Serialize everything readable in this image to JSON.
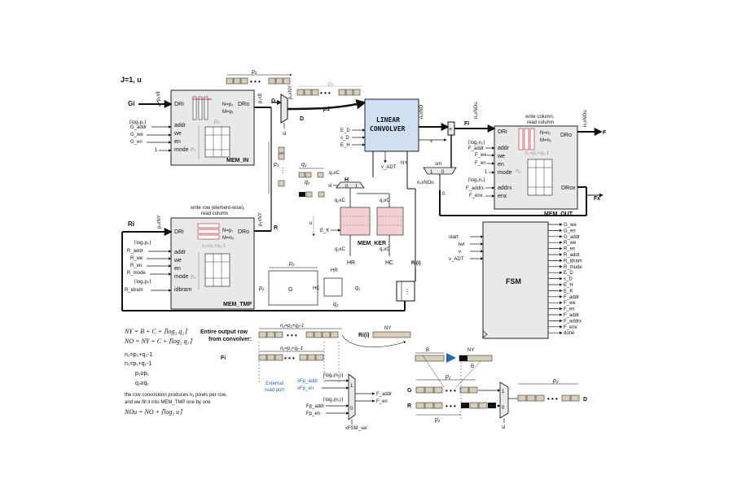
{
  "title": "J=1, u",
  "colors": {
    "convolver": "#cfe0f3",
    "kernel": "#f3cfd3",
    "cell": "#d9cfb8",
    "block": "#e9e9e9",
    "blue": "#2a62b8"
  },
  "mem_in": {
    "name": "MEM_IN",
    "dri": "DRi",
    "dro": "DRo",
    "n": "N=p₂",
    "m": "M=p₁",
    "addr": "addr",
    "we": "we",
    "en": "en",
    "mode": "mode",
    "p2": "p₂",
    "p1": "p₁"
  },
  "mem_tmp": {
    "name": "MEM_TMP",
    "caption1": "write row (element-wise),",
    "caption2": "read column",
    "dri": "DRi",
    "dro": "DRo",
    "n": "N=p₁",
    "m": "M=n₂",
    "eq": "n₂=p₂+q₂-1",
    "addr": "addr",
    "we": "we",
    "en": "en",
    "mode": "mode",
    "idbram": "idbram",
    "p1": "p₁"
  },
  "mem_out": {
    "name": "MEM_OUT",
    "caption1": "write column,",
    "caption2": "read column",
    "dri": "DRi",
    "dro": "DRo",
    "n": "N=n₁",
    "m": "M=n₂",
    "eq": "n₂=p₂+q₂-1",
    "addr": "addr",
    "we": "we",
    "en": "en",
    "mode": "mode",
    "addrx": "addrx",
    "enx": "enx",
    "drox": "DRox",
    "n1": "n₁"
  },
  "mem_ker": {
    "name": "MEM_KER",
    "q2xc": "q₂xC",
    "q1xc": "q₁xC",
    "hr": "HR",
    "hc": "HC",
    "ek": "E_K",
    "u": "u",
    "h": "H",
    "q2": "q₂",
    "q1": "q₁"
  },
  "convolver": {
    "line1": "LINEAR",
    "line2": "CONVOLVER",
    "ed": "E_D",
    "sd": "s_D",
    "eh": "E_H",
    "vadt": "v_ADT",
    "ny": "NY",
    "no": "n₁xNO",
    "v": "v"
  },
  "signals": {
    "gi": "Gi",
    "ri": "Ri",
    "g": "G",
    "r": "R",
    "d": "D",
    "fi": "FI",
    "f": "F",
    "fx": "Fx",
    "sl": "sl",
    "sm": "sm",
    "p1x8": "p₁x8",
    "p2x8": "p₂x8",
    "p1xny": "p₁xNY",
    "p2xny": "p₂xNY",
    "p1xnyb": "p₁xNY",
    "nxnou": "n₁xNOu",
    "nxnou2": "n₁xNOu",
    "nxnou3": "n₁xNOu",
    "p2": "p₂",
    "p2b": "p₂",
    "p1": "p₁",
    "q2": "q₂",
    "q1": "q₁",
    "g_addr": "G_addr",
    "g_we": "G_we",
    "g_en": "G_en",
    "one": "1",
    "log_p1": "⌈log₂p₁⌉",
    "r_addr": "R_addr",
    "r_we": "R_we",
    "r_en": "R_en",
    "r_mode": "R_mode",
    "r_idram": "R_idram",
    "log_p1b": "⌈log₂p₁⌉",
    "log_p1c": "⌈log₂p₁⌉",
    "f_addr": "F_addr",
    "f_we": "F_we",
    "f_en": "F_en",
    "one2": "1",
    "f_addrx": "F_addrx",
    "f_enx": "F_enx",
    "log_n1": "⌈log₂n₁⌉",
    "log_n1b": "⌈log₂n₁⌉",
    "zero": "0",
    "onec": "1",
    "onep": "1",
    "zerop": "0",
    "ri_i": "Ri(i)"
  },
  "fsm": {
    "name": "FSM",
    "inputs": [
      "start",
      "lwr",
      "v",
      "v_ADT"
    ],
    "outputs": [
      "G_we",
      "G_en",
      "G_addr",
      "R_we",
      "R_en",
      "R_addr",
      "R_idram",
      "R_mode",
      "E_D",
      "s_D",
      "E_H",
      "E_K",
      "F_addr",
      "F_we",
      "F_en",
      "F_addr",
      "F_addrx",
      "F_enx",
      "done"
    ]
  },
  "kernel_block": {
    "p2": "p₂",
    "p1": "p₁",
    "g": "G",
    "hr": "HR",
    "hc": "HC",
    "q1": "q₁",
    "q2": "q₂"
  },
  "equations": {
    "ny": "NY = B + C + ⌈log₂ q₂⌉",
    "no": "NO = NY + C + ⌈log₂ q₁⌉",
    "n2": "n₂=p₂+q₂-1",
    "n1": "n₁=p₁+q₁-1",
    "p2p1": "p₂≥p₁",
    "q2q1": "q₂≥q₁",
    "note1": "the row convolution produces n₂ pixels per row,",
    "note2": "and we fill it into MEM_TMP one by one",
    "nou": "NOu = NO + ⌈log₂ u⌉"
  },
  "output_row": {
    "label1": "Entire output row",
    "label2": "from convolver:",
    "n2": "n₂=p₂+q₂-1",
    "n1": "n₁=p₁+q₁-1",
    "ri": "Ri(i)",
    "ny": "NY",
    "fi": "Fi"
  },
  "ext_port": {
    "label1": "External",
    "label2": "read port",
    "xaddr": "xFp_addr",
    "xen": "xFp_en",
    "log_n1": "⌈log₂(n₁)⌉",
    "log_n2": "⌈log₂(n₁)⌉",
    "fp_addr": "Fp_addr",
    "fp_en": "Fp_en",
    "f_addr": "F_addr",
    "f_en": "F_en",
    "one": "1",
    "zero": "0",
    "sel": "xFSM_sel"
  },
  "right_detail": {
    "b": "B",
    "ny": "NY",
    "b2": "B",
    "p2": "p₂",
    "p2b": "p₂",
    "p1": "p₁",
    "g": "G",
    "r": "R",
    "d": "D",
    "one": "1",
    "zero": "0",
    "sl": "sl"
  }
}
